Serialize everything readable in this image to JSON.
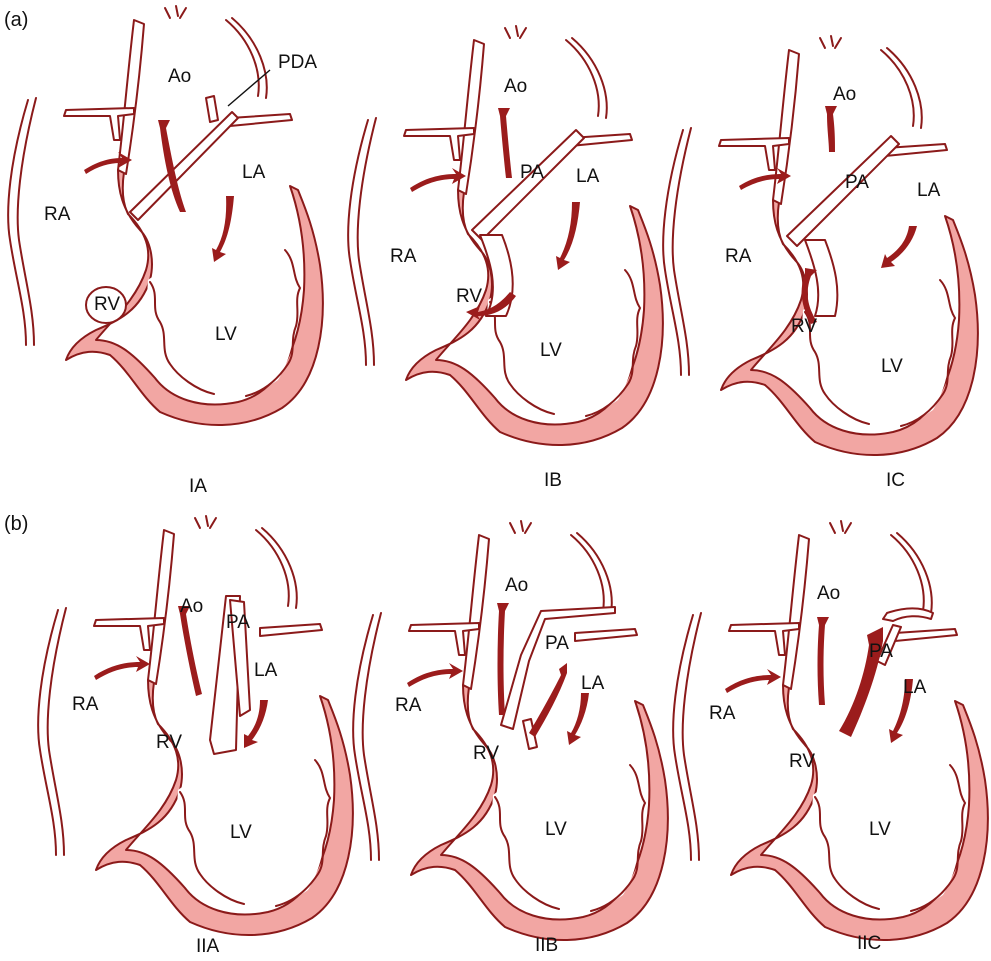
{
  "sections": [
    "(a)",
    "(b)"
  ],
  "panels": [
    {
      "caption": "IA",
      "labels": {
        "ao": "Ao",
        "la": "LA",
        "ra": "RA",
        "rv": "RV",
        "lv": "LV",
        "pda": "PDA"
      }
    },
    {
      "caption": "IB",
      "labels": {
        "ao": "Ao",
        "pa": "PA",
        "la": "LA",
        "ra": "RA",
        "rv": "RV",
        "lv": "LV"
      }
    },
    {
      "caption": "IC",
      "labels": {
        "ao": "Ao",
        "pa": "PA",
        "la": "LA",
        "ra": "RA",
        "rv": "RV",
        "lv": "LV"
      }
    },
    {
      "caption": "IIA",
      "labels": {
        "ao": "Ao",
        "pa": "PA",
        "la": "LA",
        "ra": "RA",
        "rv": "RV",
        "lv": "LV"
      }
    },
    {
      "caption": "IIB",
      "labels": {
        "ao": "Ao",
        "pa": "PA",
        "la": "LA",
        "ra": "RA",
        "rv": "RV",
        "lv": "LV"
      }
    },
    {
      "caption": "IIC",
      "labels": {
        "ao": "Ao",
        "pa": "PA",
        "la": "LA",
        "ra": "RA",
        "rv": "RV",
        "lv": "LV"
      }
    }
  ],
  "colors": {
    "wall": "#f2a6a3",
    "outline": "#8b1a1a",
    "arrow": "#9b1c1c",
    "text": "#111111"
  }
}
